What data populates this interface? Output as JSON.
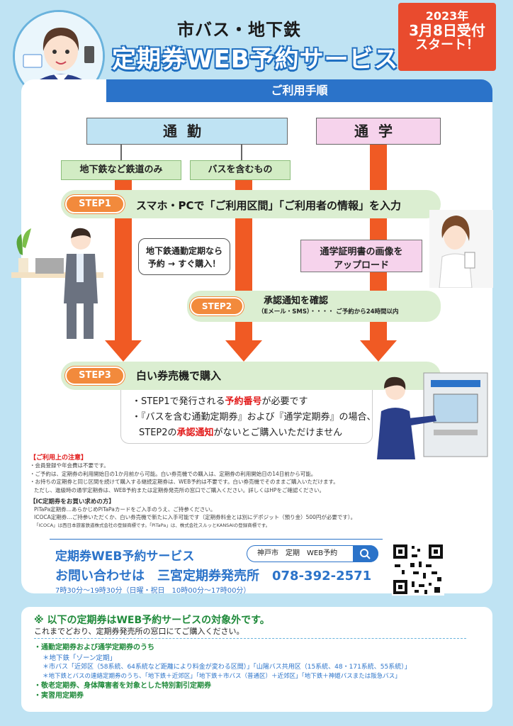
{
  "header": {
    "title_small": "市バス・地下鉄",
    "title_big": "定期券WEB予約サービス",
    "date_line1": "2023年",
    "date_line2": "3月8日受付",
    "date_line3": "スタート！",
    "procedure": "ご利用手順"
  },
  "categories": {
    "commute": "通勤",
    "school": "通学",
    "sub_rail": "地下鉄など鉄道のみ",
    "sub_bus": "バスを含むもの"
  },
  "step1": {
    "label": "STEP1",
    "text": "スマホ・PCで「ご利用区間」「ご利用者の情報」を入力"
  },
  "bubble": {
    "line1": "地下鉄通勤定期なら",
    "line2": "予約 → すぐ購入！"
  },
  "school_box": {
    "line1": "通学証明書の画像を",
    "line2": "アップロード"
  },
  "step2": {
    "label": "STEP2",
    "text": "承認通知を確認",
    "note": "（Eメール・SMS）・・・・ ご予約から24時間以内"
  },
  "step3": {
    "label": "STEP3",
    "text": "白い券売機で購入",
    "req1_a": "・STEP1で発行される",
    "req1_b": "予約番号",
    "req1_c": "が必要です",
    "req2_a": "・『バスを含む通勤定期券』および『通学定期券』の場合、",
    "req2_b": "STEP2の",
    "req2_c": "承認通知",
    "req2_d": "がないとご購入いただけません"
  },
  "notes": {
    "title": "【ご利用上の注意】",
    "n1": "・会員登録や年会費は不要です。",
    "n2": "・ご予約は、定期券の利用開始日の1か月前から可能。白い券売機での購入は、定期券の利用開始日の14日前から可能。",
    "n3": "・お持ちの定期券と同じ区間を続けて購入する継続定期券は、WEB予約は不要です。白い券売機でそのままご購入いただけます。",
    "n4": "ただし、進級時の通学定期券は、WEB予約または定期券発売所の窓口でご購入ください。詳しくはHPをご確認ください。",
    "ic_title": "【IC定期券をお買い求めの方】",
    "ic1": "PiTaPa定期券…あらかじめPiTaPaカードをご入手のうえ、ご持参ください。",
    "ic2": "ICOCA定期券…ご持参いただくか、白い券売機で新たに入手可能です（定期券料金とは別にデポジット（預り金）500円が必要です）。",
    "ic3": "「ICOCA」は西日本旅客鉄道株式会社の登録商標です。「PiTaPa」は、株式会社スルッとKANSAIの登録商標です。"
  },
  "contact": {
    "service": "定期券WEB予約サービス",
    "search": "神戸市　定期　WEB予約",
    "inquiry": "お問い合わせは　三宮定期券発売所　078-392-2571",
    "hours": "7時30分～19時30分（日曜・祝日　10時00分～17時00分）"
  },
  "exclusions": {
    "title": "※ 以下の定期券はWEB予約サービスの対象外です。",
    "subtitle": "これまでどおり、定期券発売所の窓口にてご購入ください。",
    "item1": "・通勤定期券および通学定期券のうち",
    "item1_a": "＊地下鉄「ゾーン定期」",
    "item1_b": "＊市バス「近郊区（58系統、64系統など距離により料金が変わる区間）」「山陽バス共用区（15系統、48・171系統、55系統）」",
    "item1_c": "＊地下鉄とバスの連絡定期券のうち、「地下鉄＋近郊区」「地下鉄＋市バス（普通区）＋近郊区」「地下鉄＋神姫バスまたは阪急バス」",
    "item2": "・敬老定期券、身体障害者を対象とした特別割引定期券",
    "item3": "・実習用定期券"
  },
  "colors": {
    "background": "#bfe3f3",
    "accent_blue": "#2b73c9",
    "accent_orange": "#f05a24",
    "badge_red": "#e94b2e",
    "green": "#1f8a3a"
  }
}
